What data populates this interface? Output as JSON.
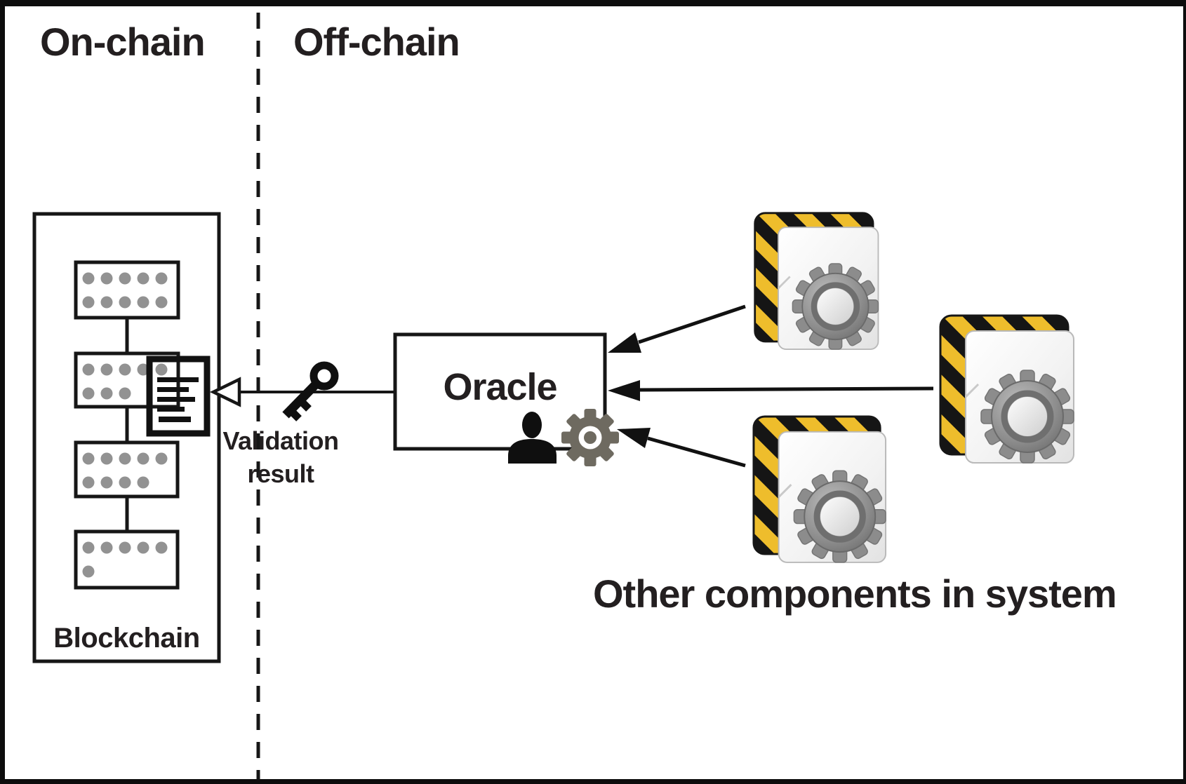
{
  "diagram": {
    "on_chain_label": "On-chain",
    "off_chain_label": "Off-chain",
    "oracle_label": "Oracle",
    "blockchain_label": "Blockchain",
    "validation_line1": "Validation",
    "validation_line2": "result",
    "other_components_label": "Other components in system"
  },
  "blockchain": {
    "blocks": [
      {
        "dots_row1": 5,
        "dots_row2": 5
      },
      {
        "dots_row1": 5,
        "dots_row2": 3
      },
      {
        "dots_row1": 5,
        "dots_row2": 4
      },
      {
        "dots_row1": 5,
        "dots_row2": 1
      }
    ]
  },
  "components": {
    "count": 3,
    "icon": "component-package-icon"
  },
  "icons": [
    "key-icon",
    "person-icon",
    "gear-icon",
    "document-icon",
    "component-package-icon",
    "hollow-arrowhead"
  ],
  "colors": {
    "line": "#161616",
    "text": "#231f20",
    "dot_gray": "#929292",
    "hazard_yellow": "#eebd2c",
    "hazard_black": "#151515",
    "gear_gray": "#8d8d8d",
    "oracle_gear_gray": "#6e6a60",
    "background": "#ffffff",
    "frame": "#0d0d0d"
  }
}
